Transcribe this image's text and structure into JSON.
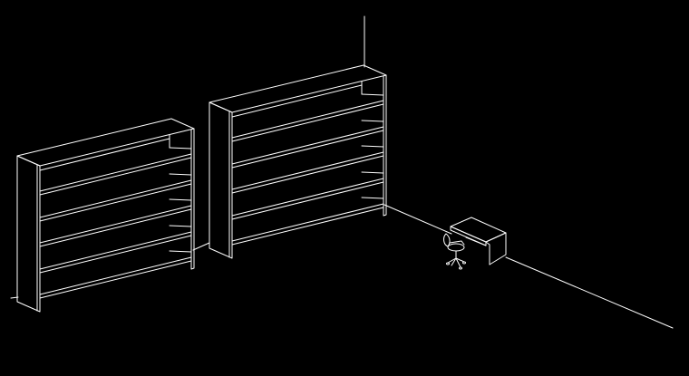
{
  "scene": {
    "background": "#000000",
    "line_color": "#ffffff",
    "objects": [
      {
        "name": "left-bookshelf",
        "shelves": 6
      },
      {
        "name": "right-bookshelf",
        "shelves": 6
      },
      {
        "name": "desk"
      },
      {
        "name": "office-chair"
      }
    ]
  }
}
